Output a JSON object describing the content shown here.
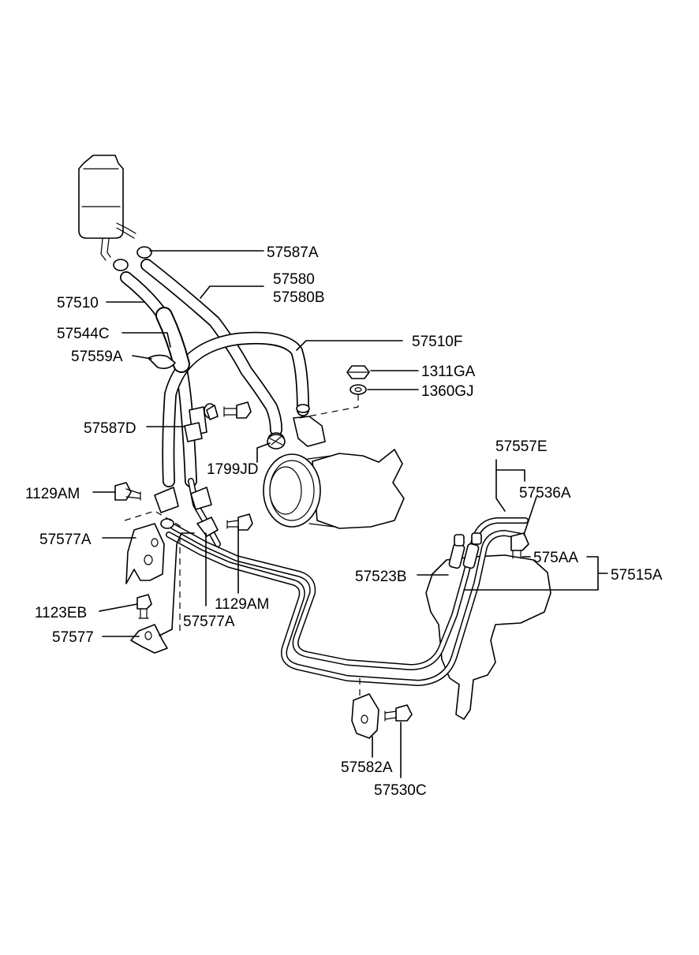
{
  "labels": {
    "p57587A": "57587A",
    "p57580": "57580",
    "p57580B": "57580B",
    "p57510": "57510",
    "p57544C": "57544C",
    "p57559A": "57559A",
    "p57510F": "57510F",
    "p1311GA": "1311GA",
    "p1360GJ": "1360GJ",
    "p57587D": "57587D",
    "p1799JD": "1799JD",
    "p1129AM_left": "1129AM",
    "p57577A_left": "57577A",
    "p1123EB": "1123EB",
    "p57577": "57577",
    "p57577A_mid": "57577A",
    "p1129AM_mid": "1129AM",
    "p57557E": "57557E",
    "p57536A": "57536A",
    "p575AA": "575AA",
    "p57523B": "57523B",
    "p57515A": "57515A",
    "p57582A": "57582A",
    "p57530C": "57530C"
  },
  "icons": [
    "reservoir-icon",
    "pump-icon",
    "steering-gear-icon",
    "hose-icon",
    "hose-clamp-icon",
    "bracket-icon",
    "bolt-icon",
    "nut-icon",
    "washer-icon",
    "pipe-icon"
  ]
}
